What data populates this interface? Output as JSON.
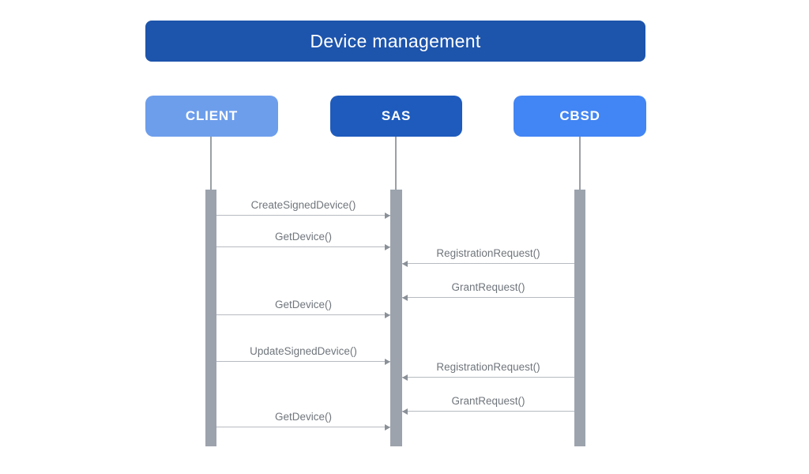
{
  "title": "Device management",
  "actors": [
    {
      "id": "client",
      "label": "CLIENT",
      "color": "#6d9eeb"
    },
    {
      "id": "sas",
      "label": "SAS",
      "color": "#1e5bbd"
    },
    {
      "id": "cbsd",
      "label": "CBSD",
      "color": "#4285f4"
    }
  ],
  "messages": [
    {
      "label": "CreateSignedDevice()",
      "from": "CLIENT",
      "to": "SAS"
    },
    {
      "label": "GetDevice()",
      "from": "CLIENT",
      "to": "SAS"
    },
    {
      "label": "RegistrationRequest()",
      "from": "CBSD",
      "to": "SAS"
    },
    {
      "label": "GrantRequest()",
      "from": "CBSD",
      "to": "SAS"
    },
    {
      "label": "GetDevice()",
      "from": "CLIENT",
      "to": "SAS"
    },
    {
      "label": "UpdateSignedDevice()",
      "from": "CLIENT",
      "to": "SAS"
    },
    {
      "label": "RegistrationRequest()",
      "from": "CBSD",
      "to": "SAS"
    },
    {
      "label": "GrantRequest()",
      "from": "CBSD",
      "to": "SAS"
    },
    {
      "label": "GetDevice()",
      "from": "CLIENT",
      "to": "SAS"
    }
  ],
  "colors": {
    "title_bg": "#1d54ac",
    "client_bg": "#6d9eeb",
    "sas_bg": "#1e5bbd",
    "cbsd_bg": "#4285f4",
    "activation_bar": "#9ca3ac",
    "lifeline": "#9aa0a6",
    "message_line": "#b7bbc0",
    "arrowhead": "#8a9097",
    "message_text": "#70767c",
    "actor_text": "#ffffff",
    "background": "#ffffff"
  }
}
